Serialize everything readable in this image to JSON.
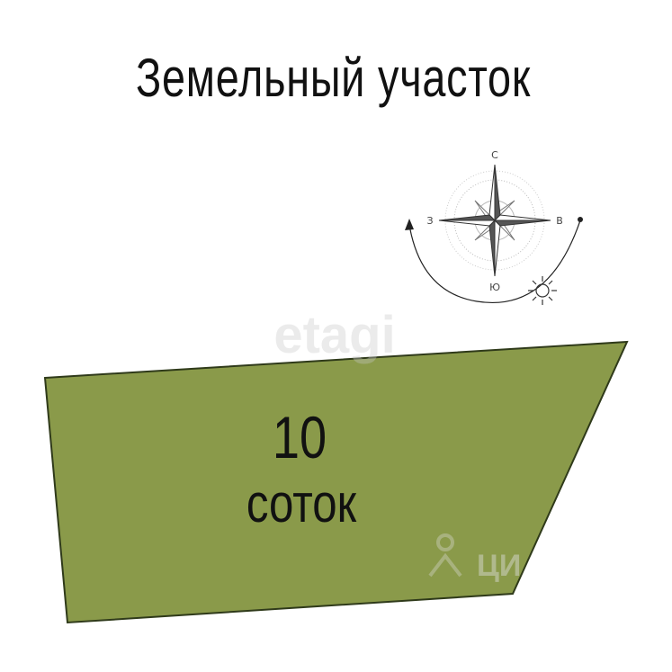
{
  "title": "Земельный участок",
  "plot": {
    "value": "10",
    "unit": "соток",
    "fill_color": "#8a9a4a",
    "stroke_color": "#2f3a1a"
  },
  "compass": {
    "north": "С",
    "south": "Ю",
    "west": "З",
    "east": "В"
  },
  "watermarks": {
    "top": "etagi",
    "bottom": "ЦИ"
  }
}
